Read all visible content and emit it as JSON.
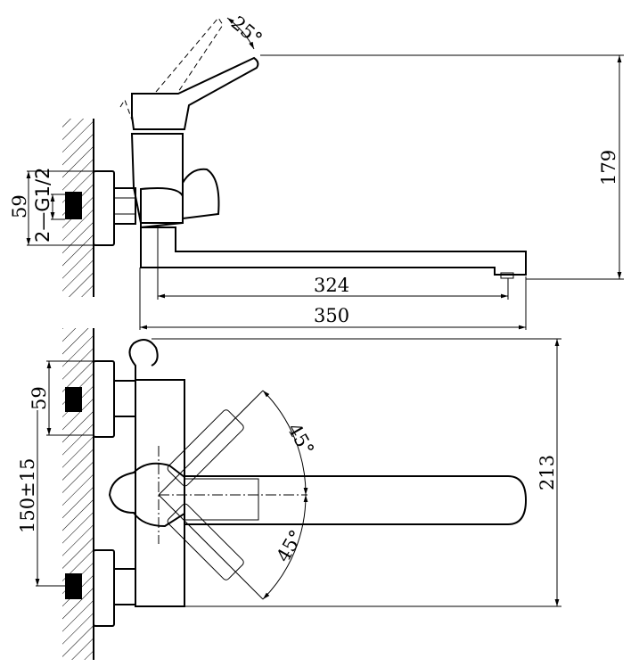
{
  "side_view": {
    "angle_label": "25°",
    "height_label": "179",
    "flange_label": "59",
    "thread_label": "2—G1/2",
    "spout_reach_label": "324",
    "total_reach_label": "350"
  },
  "front_view": {
    "flange_label": "59",
    "center_distance_label": "150±15",
    "upper_angle_label": "45°",
    "lower_angle_label": "45°",
    "height_label": "213"
  }
}
